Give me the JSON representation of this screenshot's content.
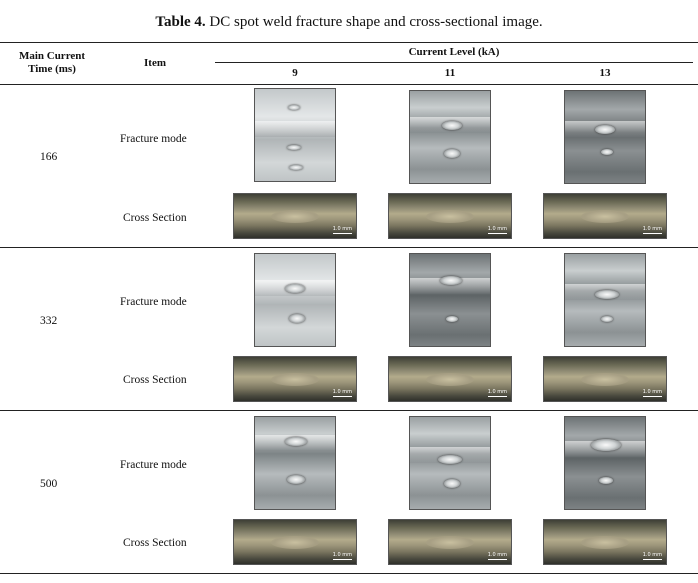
{
  "caption": {
    "label": "Table 4.",
    "text": "DC spot weld fracture shape and cross-sectional image."
  },
  "header": {
    "col_time": "Main Current\nTime (ms)",
    "col_item": "Item",
    "col_level": "Current Level (kA)",
    "levels": [
      "9",
      "11",
      "13"
    ]
  },
  "rows": [
    {
      "time": "166",
      "fracture_label": "Fracture mode",
      "cross_label": "Cross Section"
    },
    {
      "time": "332",
      "fracture_label": "Fracture mode",
      "cross_label": "Cross Section"
    },
    {
      "time": "500",
      "fracture_label": "Fracture mode",
      "cross_label": "Cross Section"
    }
  ],
  "scale_bar": "1.0 mm"
}
